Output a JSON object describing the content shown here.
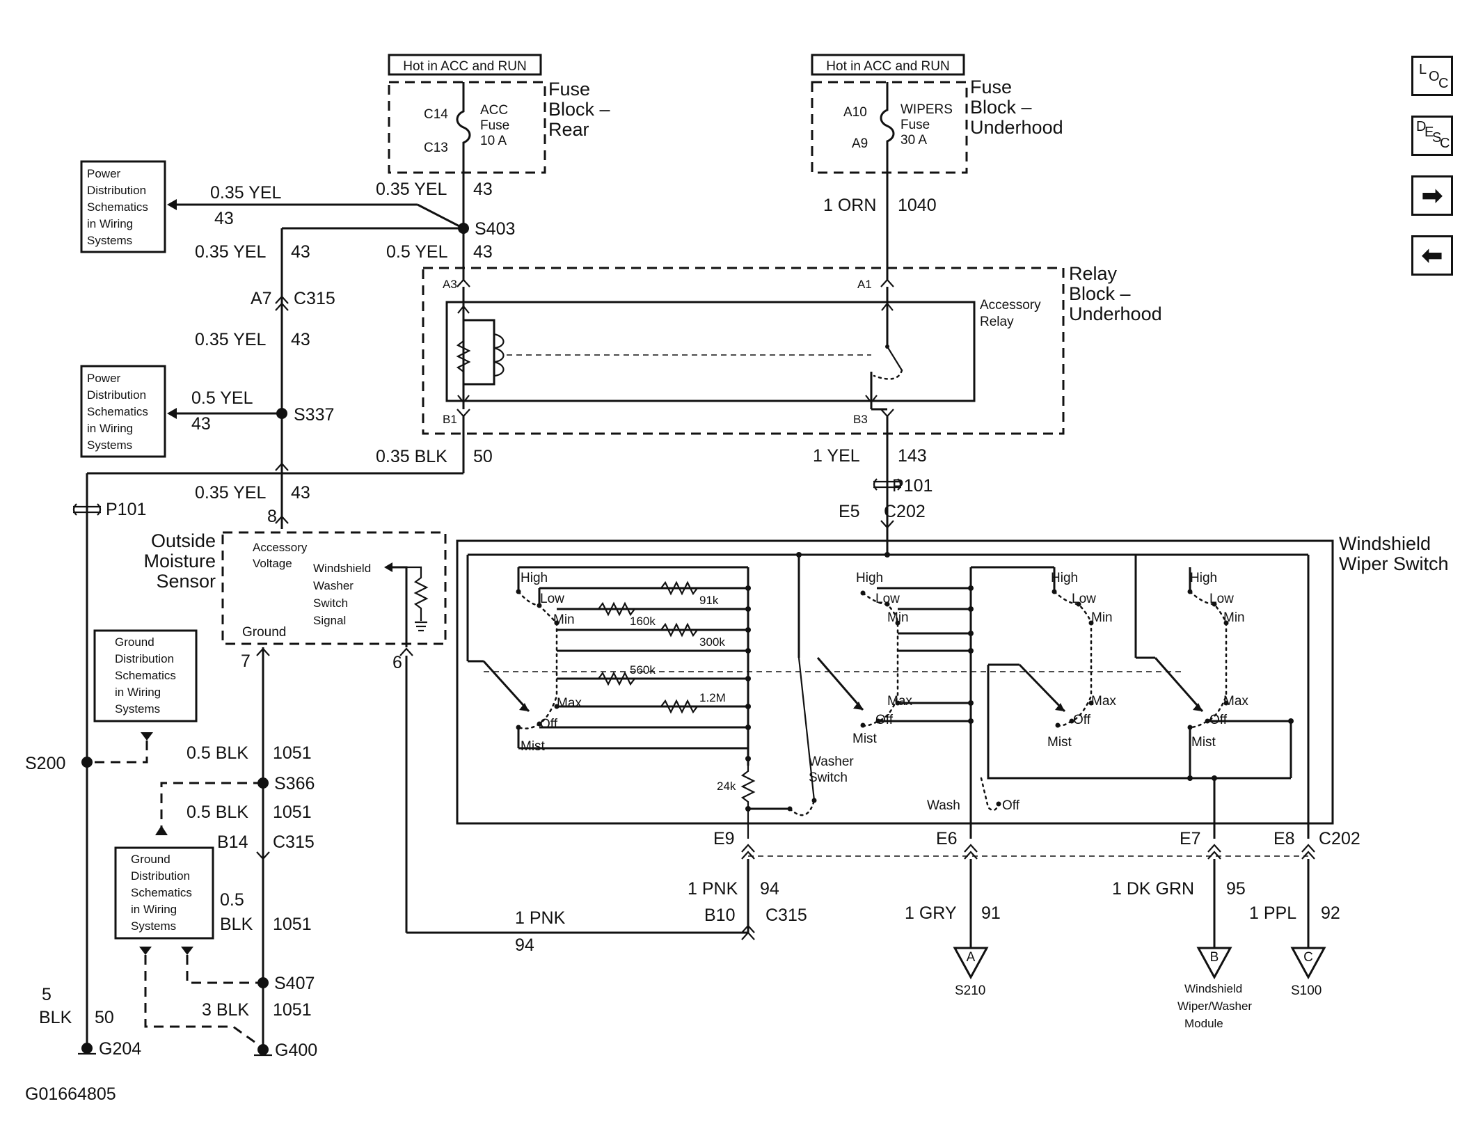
{
  "labels": {
    "hot_rear": "Hot in ACC and RUN",
    "hot_underhood": "Hot in ACC and RUN",
    "fuse_block_rear": [
      "Fuse",
      "Block –",
      "Rear"
    ],
    "fuse_block_underhood": [
      "Fuse",
      "Block –",
      "Underhood"
    ],
    "relay_block": [
      "Relay",
      "Block –",
      "Underhood"
    ],
    "accessory_relay": [
      "Accessory",
      "Relay"
    ],
    "acc_fuse": [
      "ACC",
      "Fuse",
      "10 A"
    ],
    "wipers_fuse": [
      "WIPERS",
      "Fuse",
      "30 A"
    ],
    "fuse_pins": [
      "C14",
      "C13",
      "A10",
      "A9"
    ],
    "power_dist": [
      "Power",
      "Distribution",
      "Schematics",
      "in Wiring",
      "Systems"
    ],
    "ground_dist": [
      "Ground",
      "Distribution",
      "Schematics",
      "in Wiring",
      "Systems"
    ],
    "outside_moisture_sensor": [
      "Outside",
      "Moisture",
      "Sensor"
    ],
    "accessory_voltage": [
      "Accessory",
      "Voltage"
    ],
    "washer_signal": [
      "Windshield",
      "Washer",
      "Switch",
      "Signal"
    ],
    "ground_text": "Ground",
    "windshield_wiper_switch": [
      "Windshield",
      "Wiper Switch"
    ],
    "washer_switch": [
      "Washer",
      "Switch"
    ],
    "wash": "Wash",
    "off": "Off",
    "mist": "Mist",
    "high": "High",
    "low": "Low",
    "min": "Min",
    "max": "Max",
    "resistors": [
      "91k",
      "160k",
      "300k",
      "560k",
      "1.2M",
      "24k"
    ],
    "splices": [
      "S403",
      "S337",
      "S200",
      "S366",
      "S407"
    ],
    "grounds": [
      "G204",
      "G400"
    ],
    "connectors": {
      "a7": "A7",
      "c315": "C315",
      "p101": "P101",
      "e5": "E5",
      "c202": "C202",
      "a3": "A3",
      "a1": "A1",
      "b1": "B1",
      "b3": "B3",
      "b14": "B14",
      "b10": "B10",
      "e9": "E9",
      "e6": "E6",
      "e7": "E7",
      "e8": "E8",
      "pin8": "8",
      "pin7": "7",
      "pin6": "6"
    },
    "wires": {
      "w1": "0.35 YEL",
      "w1n": "43",
      "w2": "0.35 YEL",
      "w2n": "43",
      "w3": "0.35 YEL",
      "w3n": "43",
      "w4": "0.5 YEL",
      "w4n": "43",
      "w5": "0.35 YEL",
      "w5n": "43",
      "w6": "0.5 YEL",
      "w6n": "43",
      "w7": "0.35 YEL",
      "w7n": "43",
      "w8": "0.35 BLK",
      "w8n": "50",
      "w9": "1 ORN",
      "w9n": "1040",
      "w10": "1 YEL",
      "w10n": "143",
      "w11": "0.5 BLK",
      "w11n": "1051",
      "w12": "0.5 BLK",
      "w12n": "1051",
      "w13a": "0.5",
      "w13b": "BLK",
      "w13n": "1051",
      "w14": "3 BLK",
      "w14n": "1051",
      "w15a": "5",
      "w15b": "BLK",
      "w15n": "50",
      "w16": "1 PNK",
      "w16n": "94",
      "w17": "1 PNK",
      "w17n": "94",
      "w18": "1 GRY",
      "w18n": "91",
      "w19": "1 DK GRN",
      "w19n": "95",
      "w20": "1 PPL",
      "w20n": "92"
    },
    "offpage": [
      "A",
      "B",
      "C"
    ],
    "offpage_dest": {
      "a": "S210",
      "b": [
        "Windshield",
        "Wiper/Washer",
        "Module"
      ],
      "c": "S100"
    },
    "figure_id": "G01664805"
  },
  "nav": {
    "loc": {
      "l": "L",
      "o": "O",
      "c": "C"
    },
    "desc": {
      "d": "D",
      "e": "E",
      "s": "S",
      "c": "C"
    },
    "forward_icon": "➡",
    "back_icon": "⬅"
  }
}
